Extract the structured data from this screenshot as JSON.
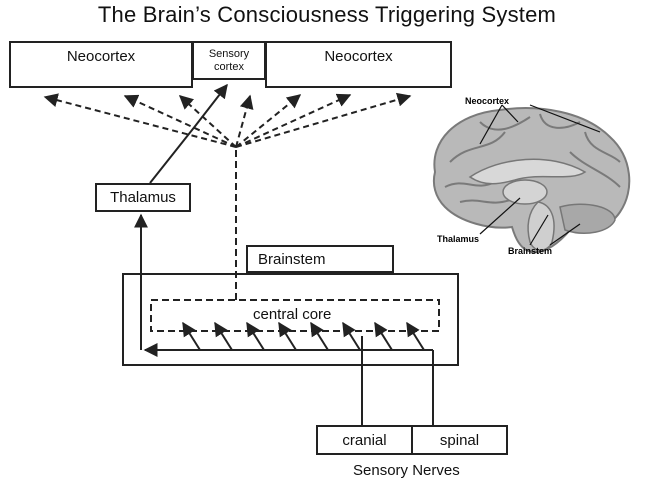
{
  "title": "The Brain’s Consciousness Triggering System",
  "nodes": {
    "neocortex_left": "Neocortex",
    "sensory_cortex_line1": "Sensory",
    "sensory_cortex_line2": "cortex",
    "neocortex_right": "Neocortex",
    "thalamus": "Thalamus",
    "brainstem": "Brainstem",
    "central_core": "central core",
    "cranial": "cranial",
    "spinal": "spinal",
    "sensory_nerves": "Sensory Nerves"
  },
  "brain_image": {
    "labels": {
      "neocortex": "Neocortex",
      "thalamus": "Thalamus",
      "brainstem": "Brainstem"
    }
  },
  "colors": {
    "line": "#222222",
    "brain_fill": "#b9b9b9",
    "brain_dark": "#7a7a7a"
  }
}
